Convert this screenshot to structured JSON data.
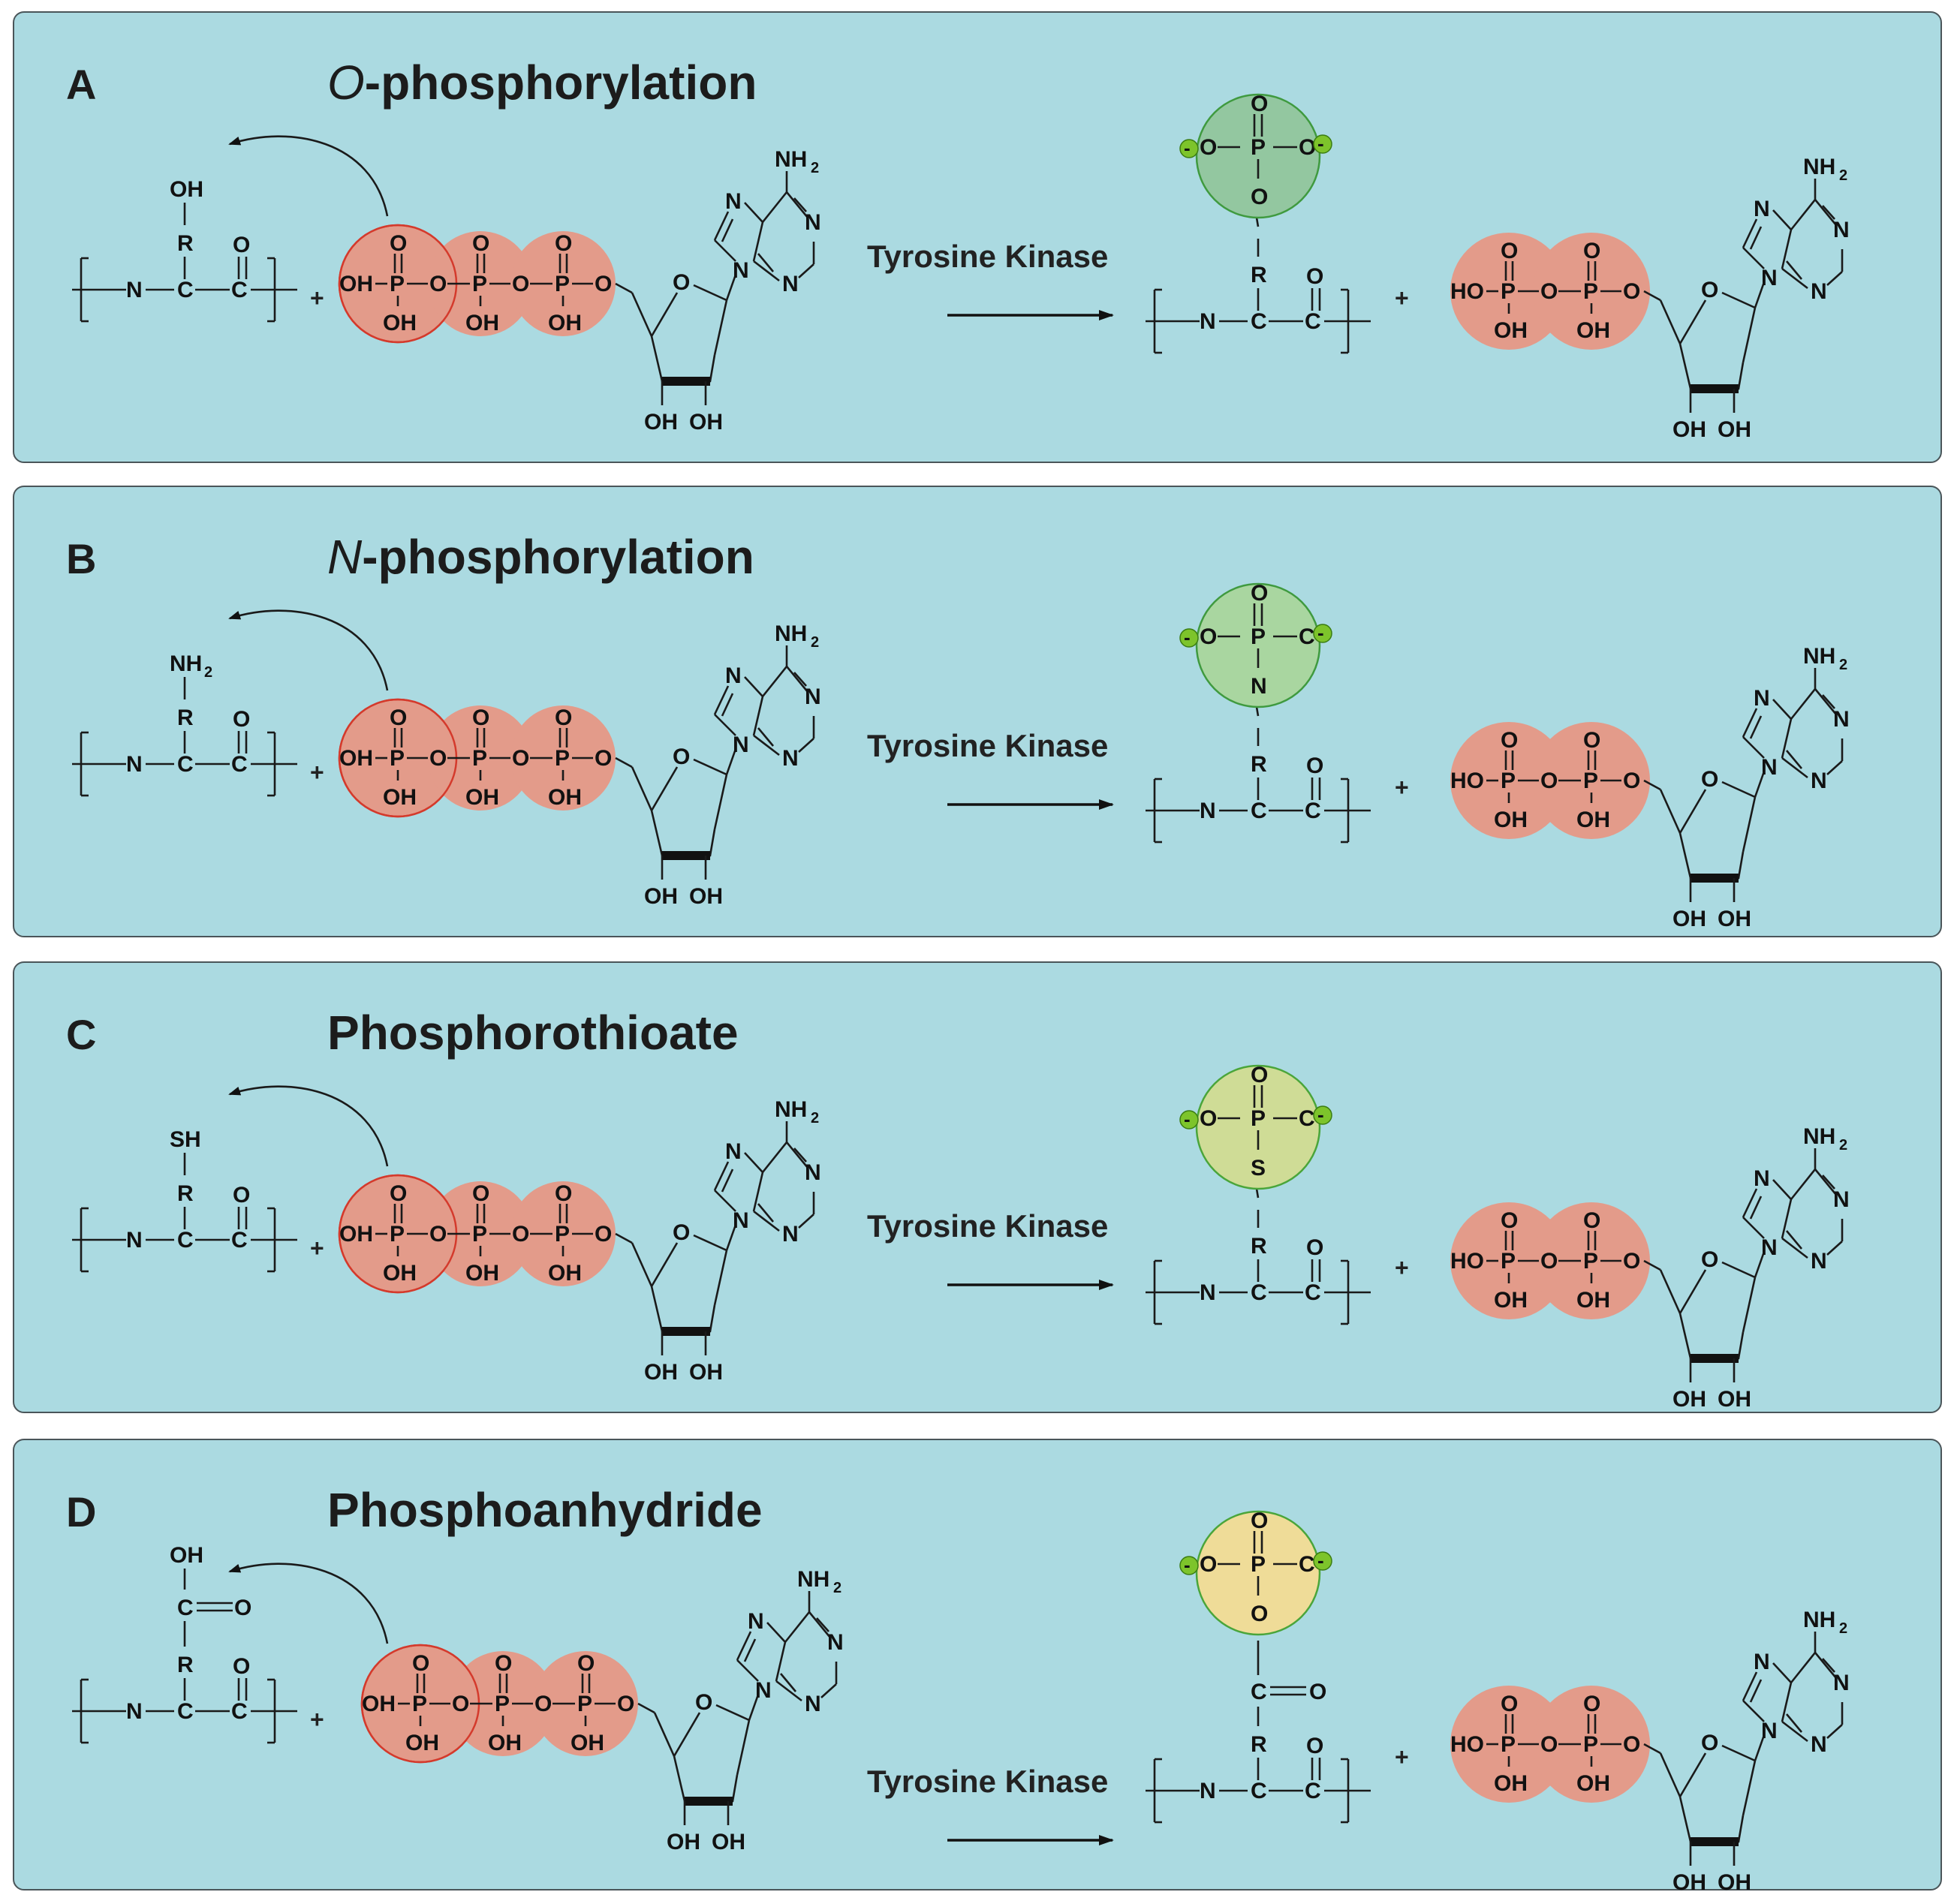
{
  "reagent": {
    "label": "Tyrosine Kinase"
  },
  "atoms": {
    "P": "P",
    "O": "O",
    "OH": "OH",
    "HO": "HO",
    "N": "N",
    "R": "R",
    "C": "C",
    "NH2": "NH",
    "sub2": "2",
    "minus": "-",
    "plus": "+"
  },
  "panels": [
    {
      "letter": "A",
      "title_prefix": "O",
      "title_rest": "-phosphorylation",
      "side_chain": "OH",
      "link_atom": "O",
      "product_fill": "#93c7a0",
      "product_stroke": "#3f9a3f",
      "right_atom": "O"
    },
    {
      "letter": "B",
      "title_prefix": "N",
      "title_rest": "-phosphorylation",
      "side_chain": "NH2",
      "link_atom": "N",
      "product_fill": "#a9d6a0",
      "product_stroke": "#3f9a3f",
      "right_atom": "C"
    },
    {
      "letter": "C",
      "title_prefix": "",
      "title_rest": "Phosphorothioate",
      "side_chain": "SH",
      "link_atom": "S",
      "product_fill": "#cfdc96",
      "product_stroke": "#4aa53a",
      "right_atom": "C"
    },
    {
      "letter": "D",
      "title_prefix": "",
      "title_rest": "Phosphoanhydride",
      "side_chain": "OH",
      "link_atom": "O",
      "product_fill": "#efdc98",
      "product_stroke": "#4aa53a",
      "right_atom": "C"
    }
  ]
}
